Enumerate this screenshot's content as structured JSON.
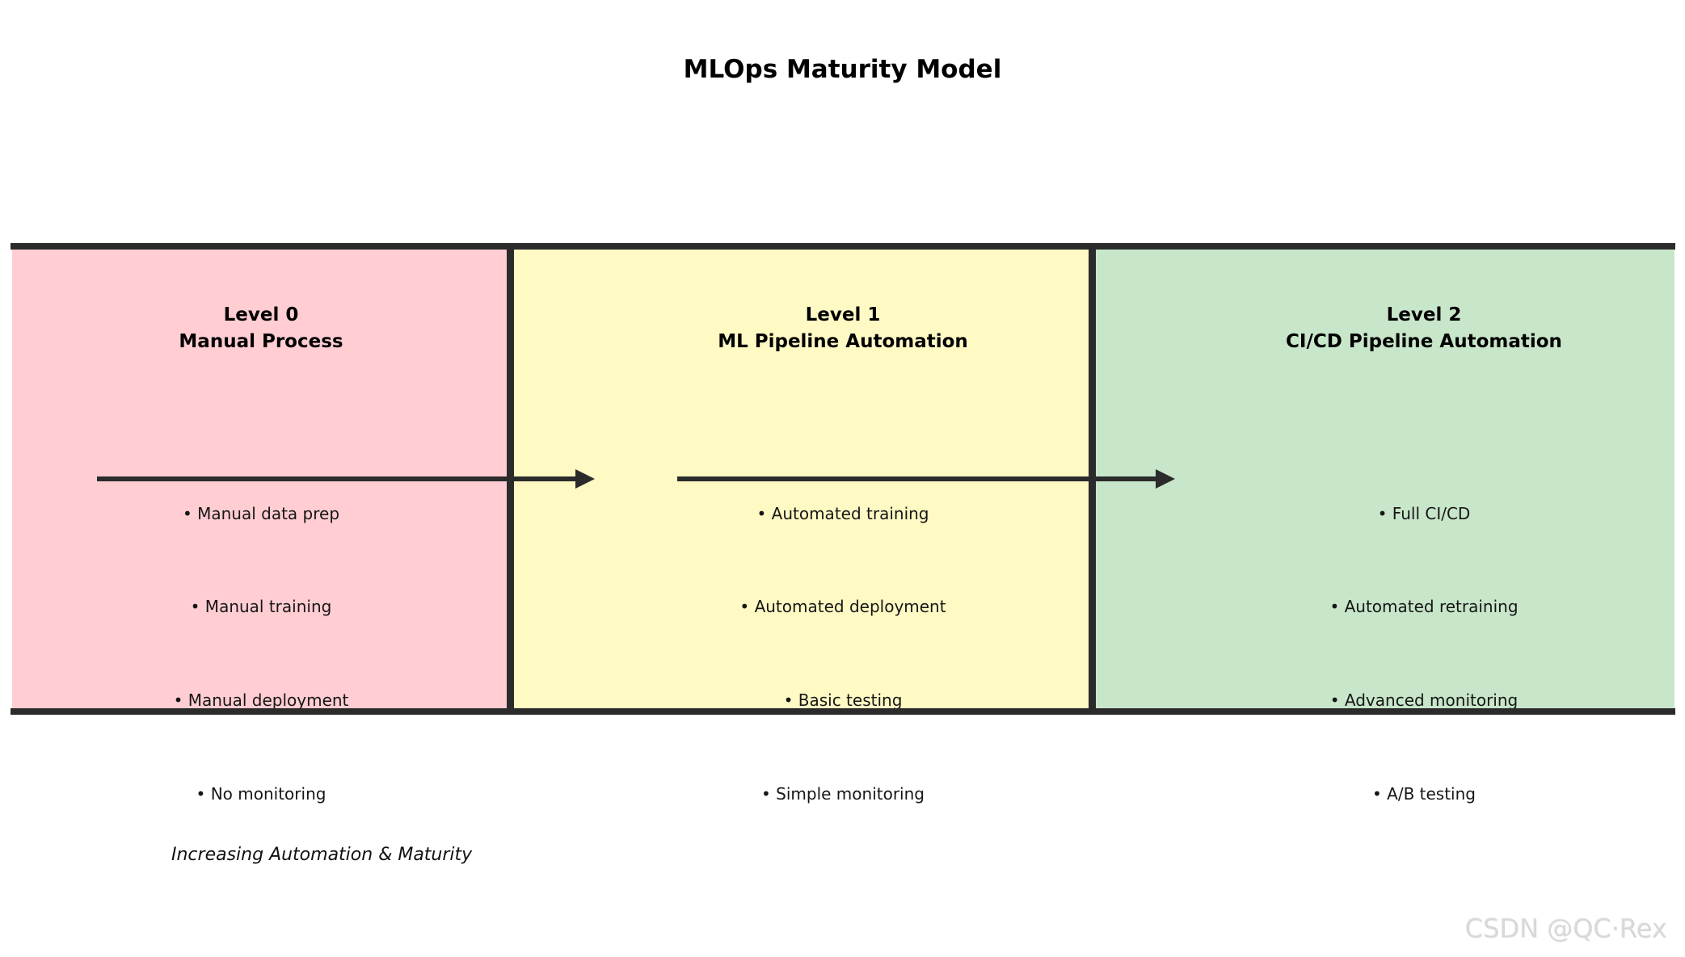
{
  "title": "MLOps Maturity Model",
  "colors": {
    "level0_bg": "#FFCDD2",
    "level1_bg": "#FFF9C4",
    "level2_bg": "#C8E6C9",
    "line": "#2B2B2B",
    "watermark_text": "#D8D8D8"
  },
  "columns": [
    {
      "level": "Level 0",
      "name": "Manual Process",
      "items": [
        "• Manual data prep",
        "• Manual training",
        "• Manual deployment",
        "• No monitoring"
      ]
    },
    {
      "level": "Level 1",
      "name": "ML Pipeline Automation",
      "items": [
        "• Automated training",
        "• Automated deployment",
        "• Basic testing",
        "• Simple monitoring"
      ]
    },
    {
      "level": "Level 2",
      "name": "CI/CD Pipeline Automation",
      "items": [
        "• Full CI/CD",
        "• Automated retraining",
        "• Advanced monitoring",
        "• A/B testing"
      ]
    }
  ],
  "footer_note": "Increasing Automation & Maturity",
  "watermark": "CSDN @QC·Rex"
}
